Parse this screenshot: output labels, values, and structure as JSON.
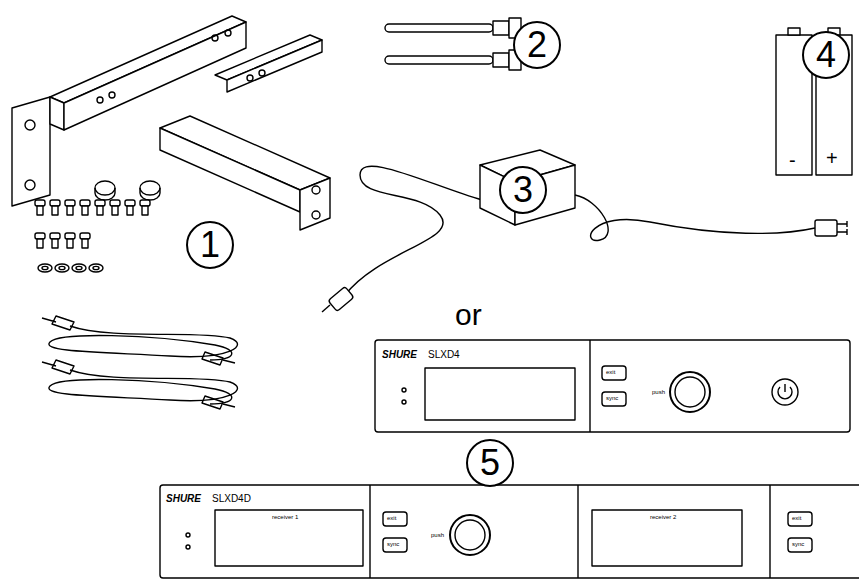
{
  "diagram": {
    "nodes": [
      {
        "text": [
          "1"
        ]
      },
      {
        "text": [
          "2"
        ]
      },
      {
        "text": [
          "3"
        ]
      },
      {
        "text": [
          "4"
        ]
      },
      {
        "text": [
          "5"
        ]
      }
    ],
    "labels": [
      "-",
      "+",
      "or",
      "SHURE",
      "SLXD4",
      "exit",
      "sync",
      "push",
      "SHURE",
      "SLXD4D",
      "receiver 1",
      "exit",
      "sync",
      "push",
      "receiver 2",
      "exit",
      "sync"
    ]
  }
}
